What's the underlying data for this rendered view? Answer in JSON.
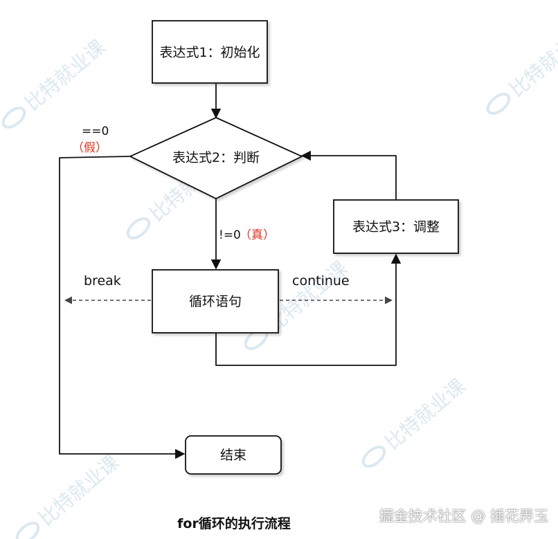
{
  "nodes": {
    "init": "表达式1：初始化",
    "judge": "表达式2：判断",
    "update": "表达式3：调整",
    "body": "循环语句",
    "end": "结束"
  },
  "labels": {
    "false_cond": "==0",
    "false_word": "（假）",
    "true_cond": "!=0",
    "true_word": "（真）",
    "break": "break",
    "continue": "continue"
  },
  "caption": "for循环的执行流程",
  "credit": "掘金技术社区 @ 插花弄玉",
  "watermark": "比特就业课",
  "colors": {
    "line": "#111111",
    "red": "#e0301e",
    "dashed": "#444444",
    "watermark": "#d7e6ee"
  }
}
